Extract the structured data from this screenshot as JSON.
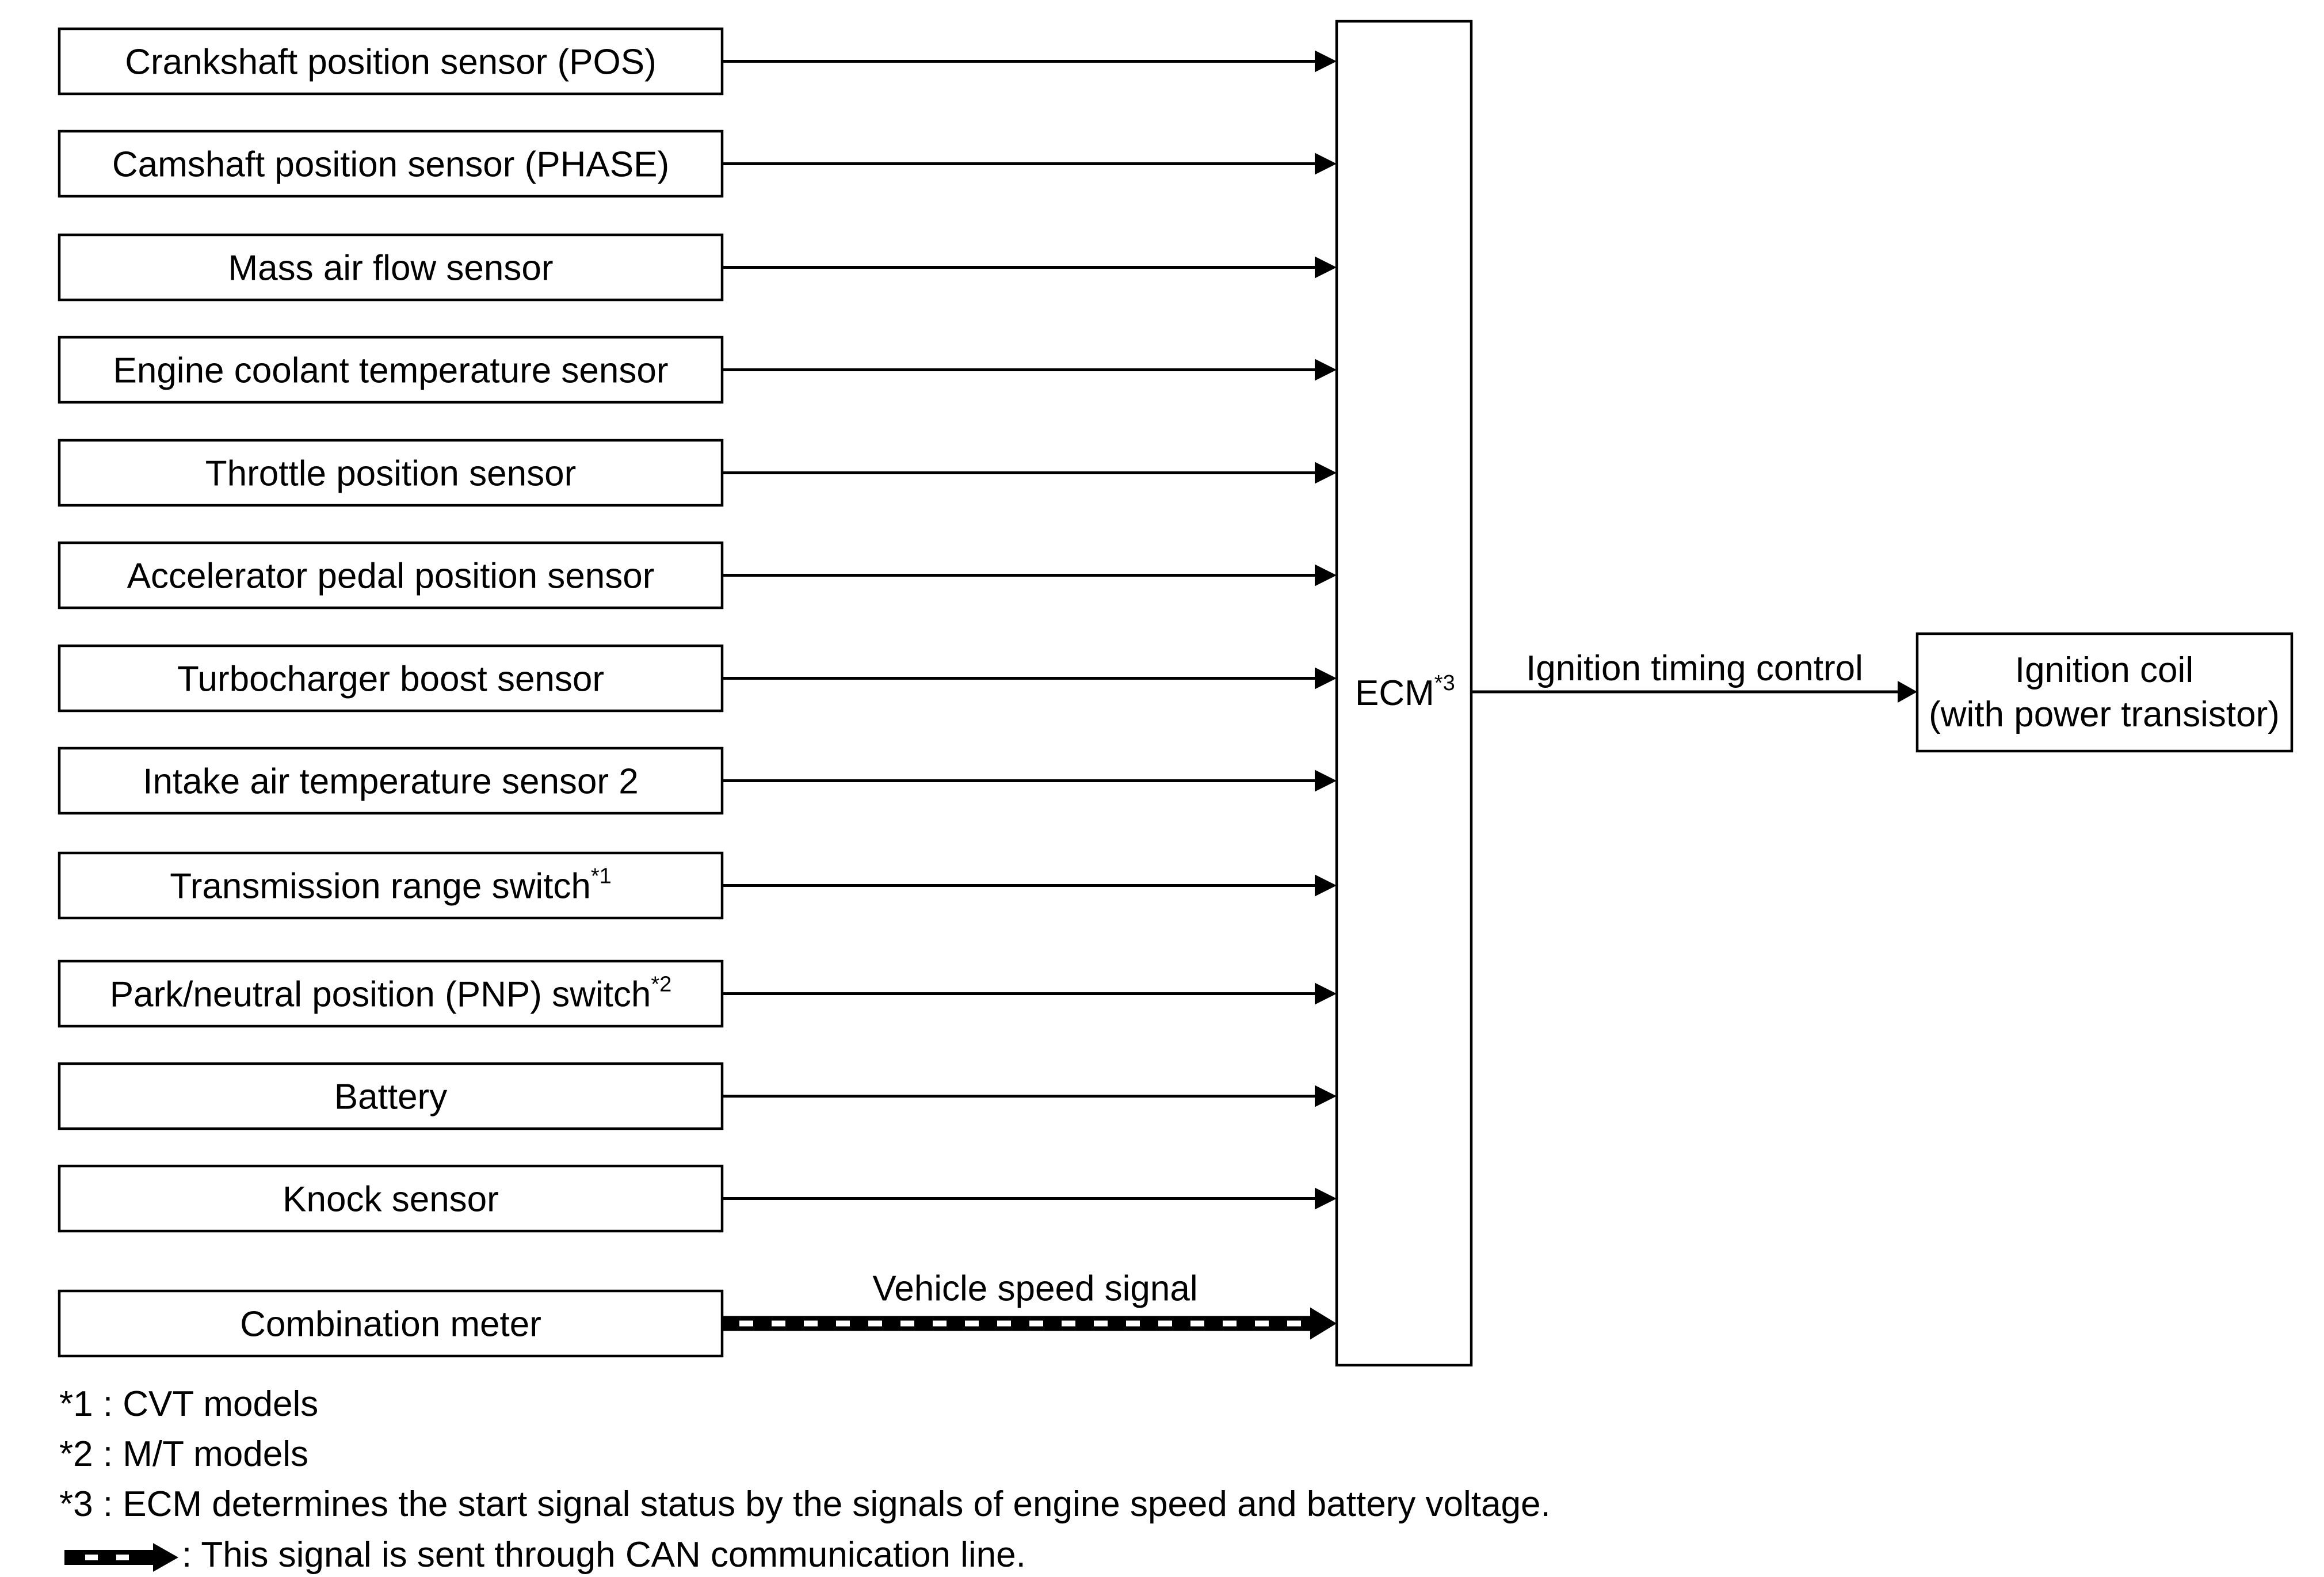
{
  "inputs": [
    {
      "label": "Crankshaft position sensor (POS)",
      "sup": ""
    },
    {
      "label": "Camshaft position sensor (PHASE)",
      "sup": ""
    },
    {
      "label": "Mass air flow sensor",
      "sup": ""
    },
    {
      "label": "Engine coolant temperature sensor",
      "sup": ""
    },
    {
      "label": "Throttle position sensor",
      "sup": ""
    },
    {
      "label": "Accelerator pedal position sensor",
      "sup": ""
    },
    {
      "label": "Turbocharger boost sensor",
      "sup": ""
    },
    {
      "label": "Intake air temperature sensor 2",
      "sup": ""
    },
    {
      "label": "Transmission range switch",
      "sup": "*1"
    },
    {
      "label": "Park/neutral position (PNP) switch",
      "sup": "*2"
    },
    {
      "label": "Battery",
      "sup": ""
    },
    {
      "label": "Knock sensor",
      "sup": ""
    },
    {
      "label": "Combination meter",
      "sup": ""
    }
  ],
  "can_signal_label": "Vehicle speed signal",
  "ecm": {
    "label": "ECM",
    "sup": "*3"
  },
  "output_signal_label": "Ignition timing control",
  "output": {
    "line1": "Ignition coil",
    "line2": "(with power transistor)"
  },
  "notes": [
    "*1 : CVT models",
    "*2 : M/T models",
    "*3 : ECM determines the start signal status by the signals of engine speed and battery voltage."
  ],
  "can_legend_text": ": This signal is sent through CAN communication line."
}
